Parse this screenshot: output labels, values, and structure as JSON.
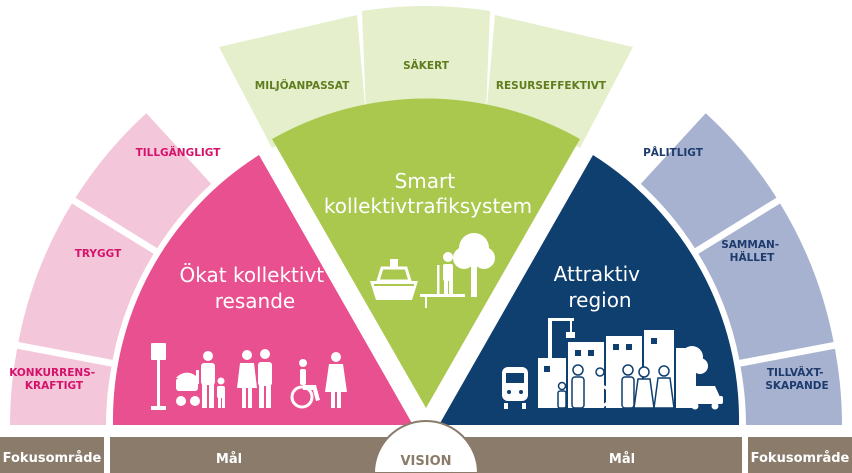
{
  "colors": {
    "pink_light": "#f3c7d9",
    "pink_text": "#d4126b",
    "green_light": "#e5efcc",
    "green_text": "#5f7d1e",
    "blue_light": "#a7b2d0",
    "blue_text": "#1d3b6c",
    "magenta": "#e8508f",
    "lime": "#a9c84d",
    "navy": "#0f3f6e",
    "taupe": "#8a7b6b",
    "white": "#ffffff"
  },
  "segments": {
    "konkurrenskraftigt": [
      "KONKURRENS-",
      "KRAFTIGT"
    ],
    "tryggt": [
      "TRYGGT"
    ],
    "tillgangligt": [
      "TILLGÄNGLIGT"
    ],
    "miljoanpassat": [
      "MILJÖANPASSAT"
    ],
    "sakert": [
      "SÄKERT"
    ],
    "resurseffektivt": [
      "RESURSEFFEKTIVT"
    ],
    "palitligt": [
      "PÅLITLIGT"
    ],
    "sammanhallet": [
      "SAMMAN-",
      "HÄLLET"
    ],
    "tillvaxtskapande": [
      "TILLVÄXT-",
      "SKAPANDE"
    ]
  },
  "goals": {
    "left": [
      "Ökat kollektivt",
      "resande"
    ],
    "center": [
      "Smart",
      "kollektivtrafiksystem"
    ],
    "right": [
      "Attraktiv",
      "region"
    ]
  },
  "bottom": {
    "focus_left": "Fokusområde",
    "goal_left": "Mål",
    "vision": "VISION",
    "goal_right": "Mål",
    "focus_right": "Fokusområde"
  },
  "icons": [
    "bus-stop-sign-icon",
    "stroller-icon",
    "family-icon",
    "couple-icon",
    "wheelchair-icon",
    "woman-icon",
    "ferry-icon",
    "elderly-person-icon",
    "tree-icon",
    "train-icon",
    "crane-icon",
    "buildings-icon",
    "car-icon"
  ]
}
